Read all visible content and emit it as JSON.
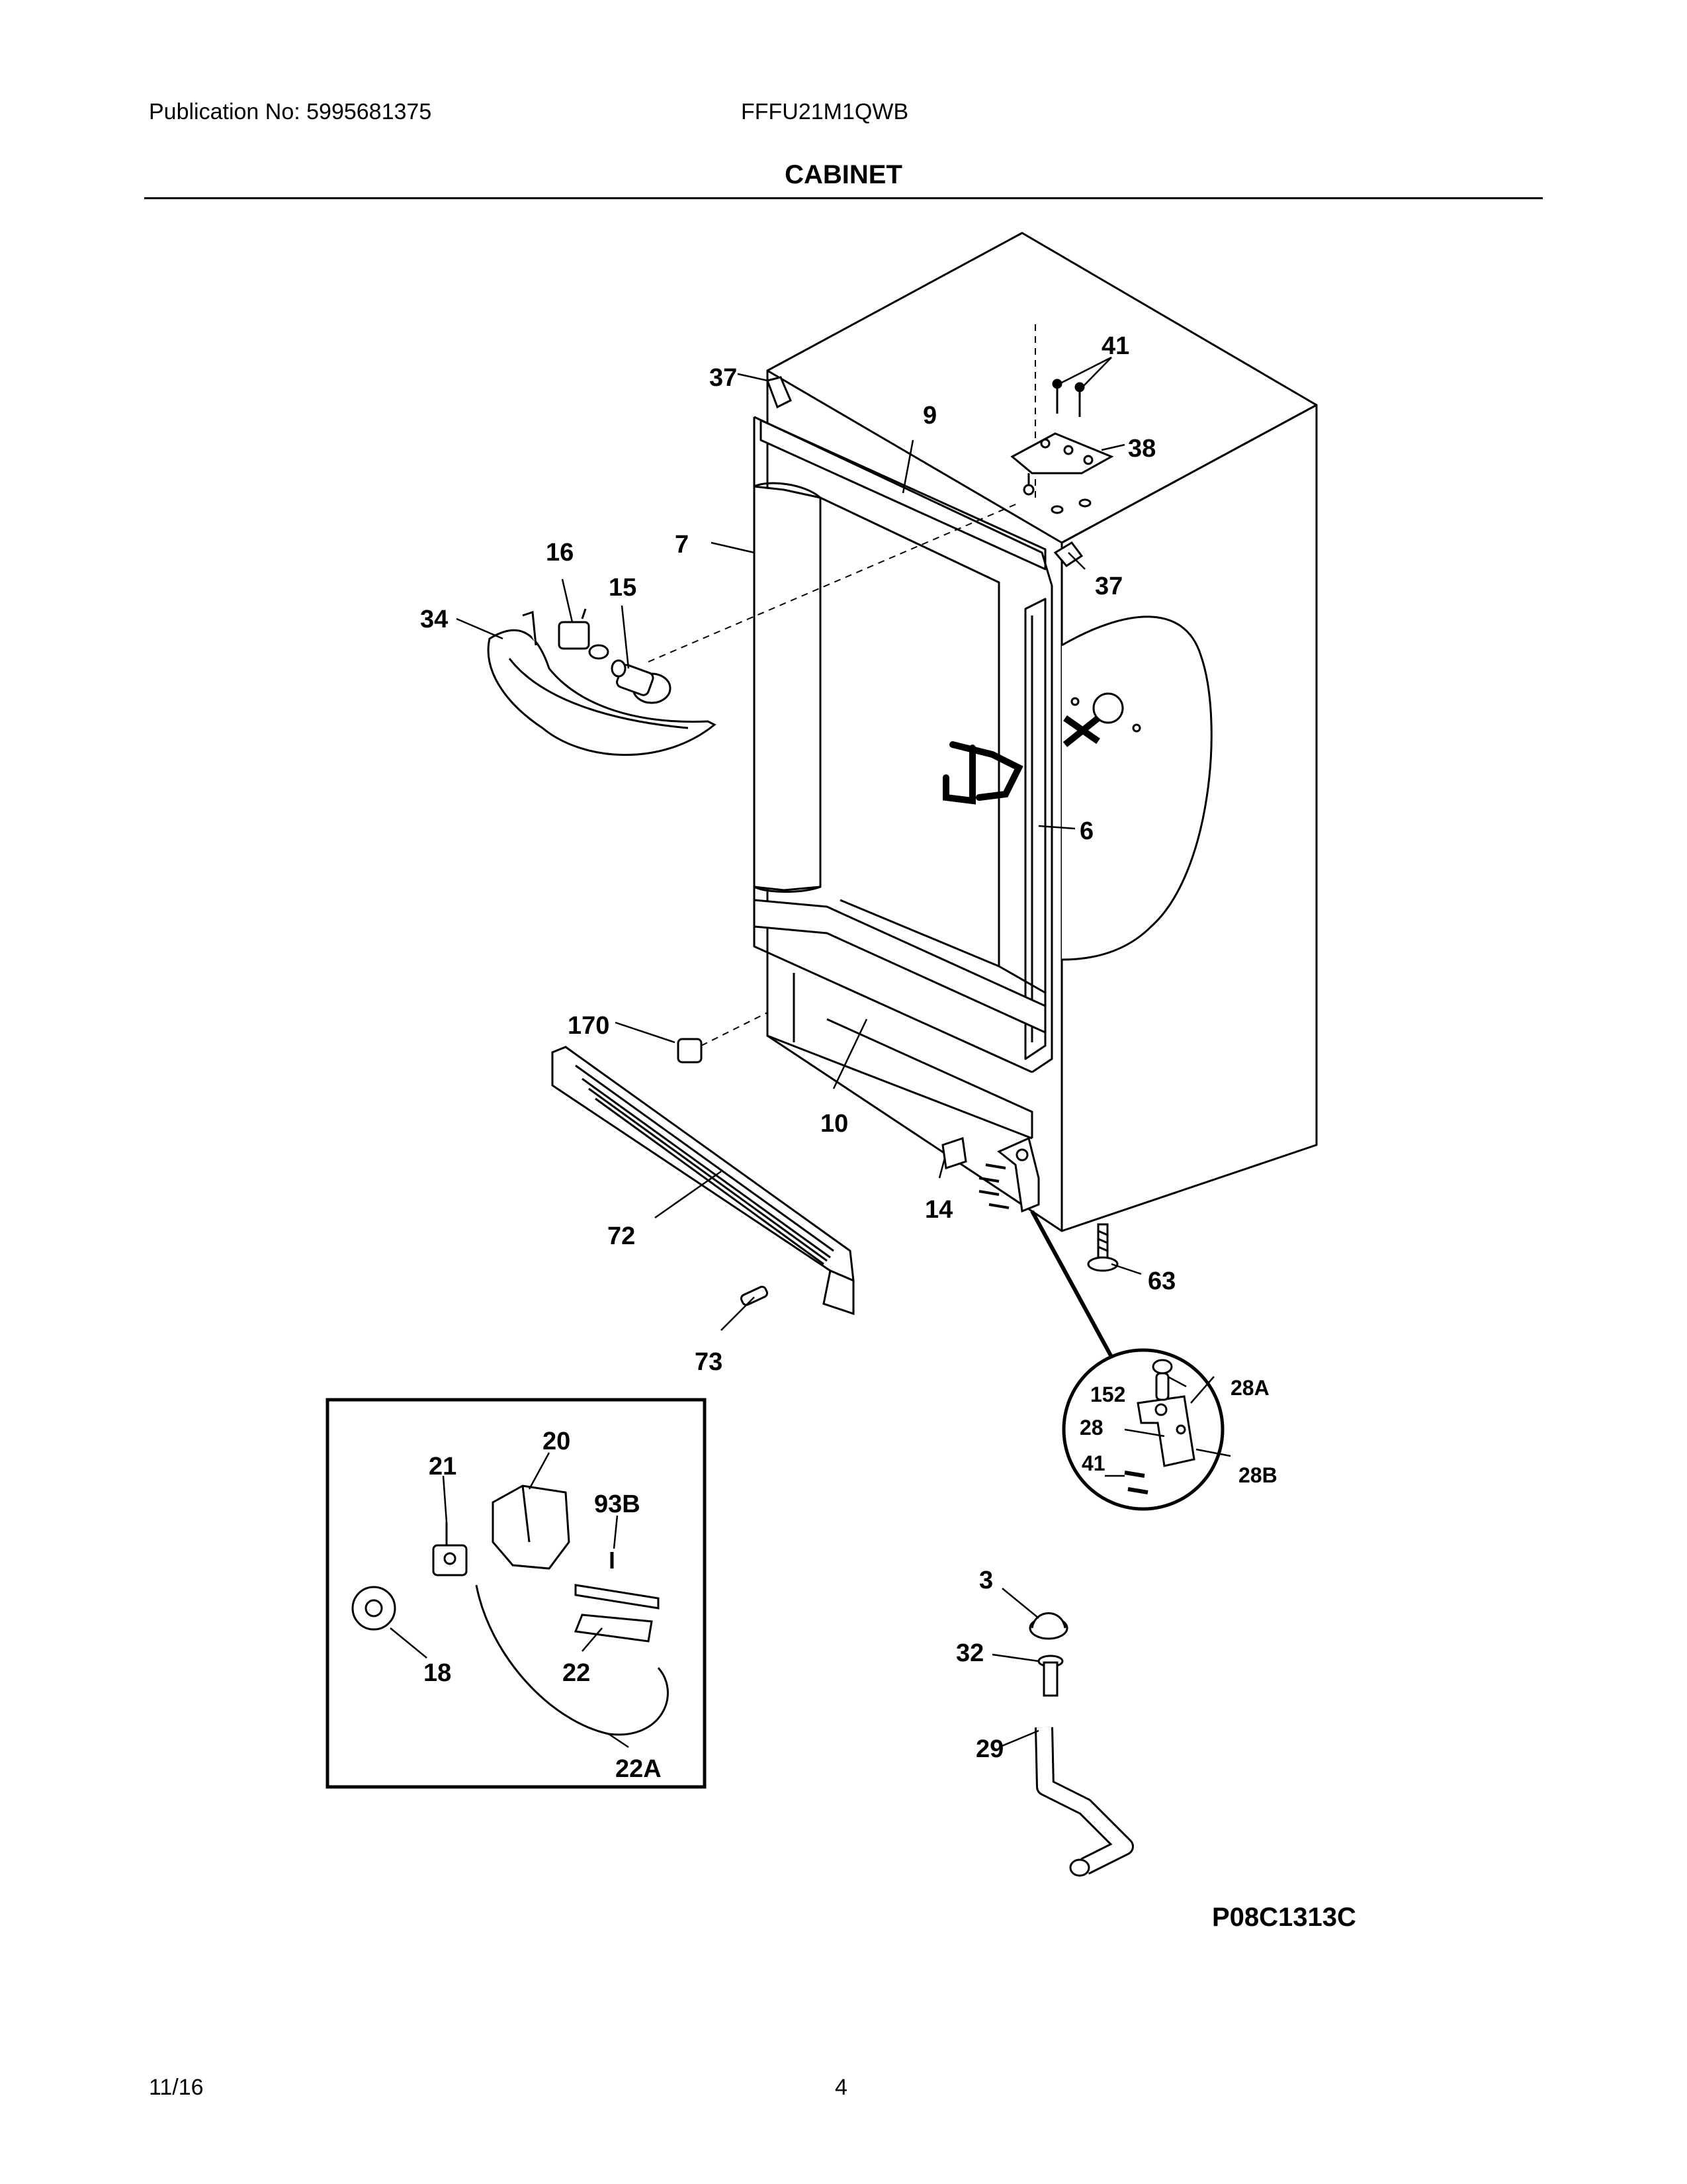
{
  "header": {
    "publication": "Publication No: 5995681375",
    "model": "FFFU21M1QWB",
    "section_title": "CABINET"
  },
  "diagram": {
    "callouts": {
      "c41": "41",
      "c37a": "37",
      "c9": "9",
      "c38": "38",
      "c7": "7",
      "c37b": "37",
      "c16": "16",
      "c15": "15",
      "c34": "34",
      "c6": "6",
      "c170": "170",
      "c10": "10",
      "c14": "14",
      "c72": "72",
      "c63": "63",
      "c73": "73",
      "d152": "152",
      "d28A": "28A",
      "d28": "28",
      "d41": "41",
      "d28B": "28B",
      "b20": "20",
      "b21": "21",
      "b93B": "93B",
      "b18": "18",
      "b22": "22",
      "b22A": "22A",
      "c3": "3",
      "c32": "32",
      "c29": "29"
    },
    "figure_code": "P08C1313C"
  },
  "footer": {
    "date": "11/16",
    "page_number": "4"
  }
}
